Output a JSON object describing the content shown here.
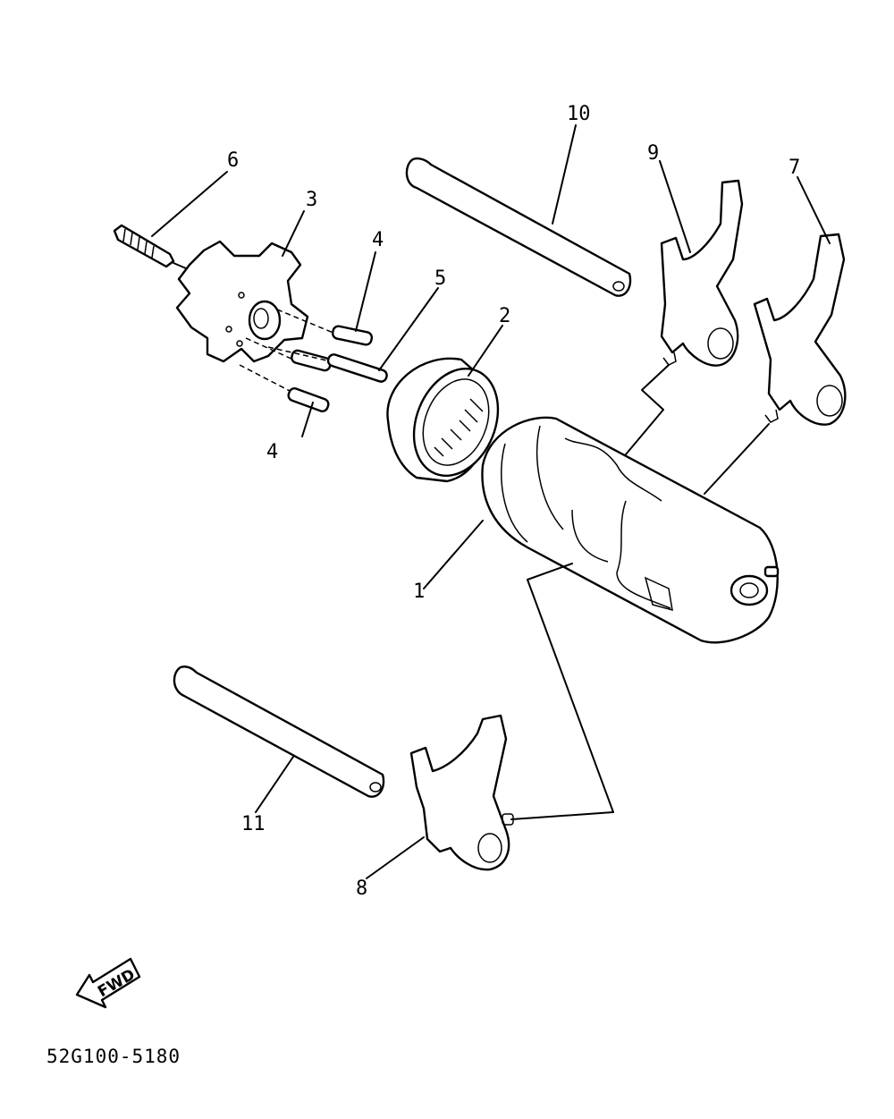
{
  "callouts": {
    "c1": "1",
    "c2": "2",
    "c3": "3",
    "c4a": "4",
    "c4b": "4",
    "c5": "5",
    "c6": "6",
    "c7": "7",
    "c8": "8",
    "c9": "9",
    "c10": "10",
    "c11": "11"
  },
  "fwd_label": "FWD",
  "part_number": "52G100-5180"
}
